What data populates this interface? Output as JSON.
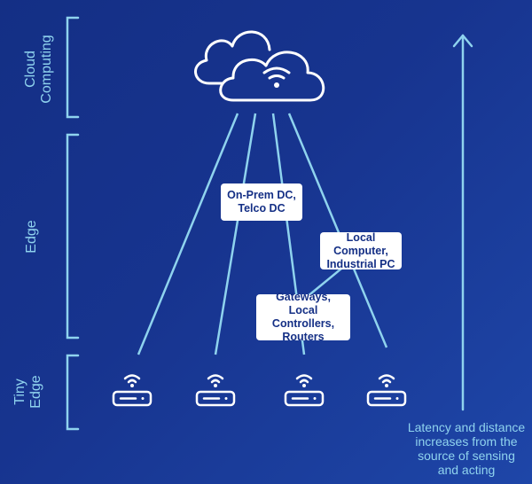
{
  "tiers": {
    "cloud": "Cloud\nComputing",
    "edge": "Edge",
    "tiny": "Tiny\nEdge"
  },
  "boxes": {
    "onprem": "On-Prem DC,\nTelco DC",
    "local": "Local Computer,\nIndustrial PC",
    "gateways": "Gateways,\nLocal Controllers,\nRouters"
  },
  "latency_note": "Latency and distance\nincreases from the\nsource of sensing\nand acting",
  "icons": [
    "cloud-wifi-icon",
    "router-icon",
    "up-arrow-icon"
  ],
  "colors": {
    "background_start": "#142f85",
    "background_end": "#1e46a8",
    "accent": "#8fd3ee",
    "white": "#ffffff"
  }
}
